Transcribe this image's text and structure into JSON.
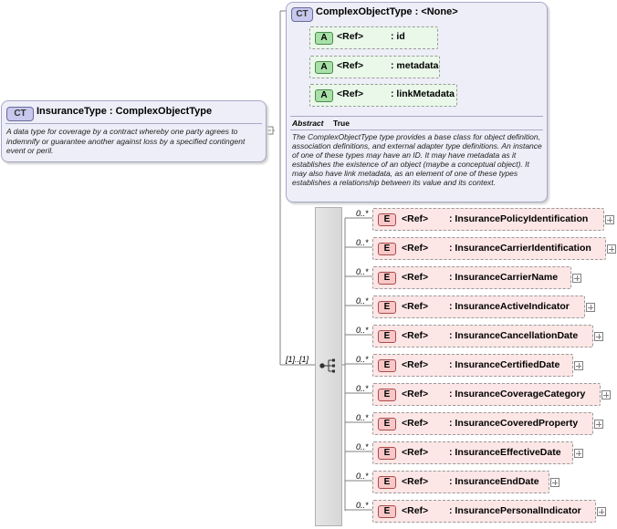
{
  "main_type": {
    "badge": "CT",
    "title": "InsuranceType : ComplexObjectType",
    "description": "A data type for coverage by a contract whereby one party agrees to indemnify or guarantee another against loss by a specified contingent event or peril."
  },
  "base_type": {
    "badge": "CT",
    "title": "ComplexObjectType : <None>",
    "attributes": [
      {
        "badge": "A",
        "ref": "<Ref>",
        "name": ": id"
      },
      {
        "badge": "A",
        "ref": "<Ref>",
        "name": ": metadata"
      },
      {
        "badge": "A",
        "ref": "<Ref>",
        "name": ": linkMetadata"
      }
    ],
    "abstract_label": "Abstract",
    "abstract_value": "True",
    "description": "The ComplexObjectType type provides a base class for object definition, association definitions, and external adapter type definitions. An instance of one of these types may have an ID. It may have metadata as it establishes the existence of an object (maybe a conceptual object). It may also have link metadata, as an element of one of these types establishes a relationship between its value and its context."
  },
  "sequence": {
    "cardinality": "[1]..[1]"
  },
  "elements": [
    {
      "badge": "E",
      "ref": "<Ref>",
      "name": ": InsurancePolicyIdentification",
      "cardinality": "0..*"
    },
    {
      "badge": "E",
      "ref": "<Ref>",
      "name": ": InsuranceCarrierIdentification",
      "cardinality": "0..*"
    },
    {
      "badge": "E",
      "ref": "<Ref>",
      "name": ": InsuranceCarrierName",
      "cardinality": "0..*"
    },
    {
      "badge": "E",
      "ref": "<Ref>",
      "name": ": InsuranceActiveIndicator",
      "cardinality": "0..*"
    },
    {
      "badge": "E",
      "ref": "<Ref>",
      "name": ": InsuranceCancellationDate",
      "cardinality": "0..*"
    },
    {
      "badge": "E",
      "ref": "<Ref>",
      "name": ": InsuranceCertifiedDate",
      "cardinality": "0..*"
    },
    {
      "badge": "E",
      "ref": "<Ref>",
      "name": ": InsuranceCoverageCategory",
      "cardinality": "0..*"
    },
    {
      "badge": "E",
      "ref": "<Ref>",
      "name": ": InsuranceCoveredProperty",
      "cardinality": "0..*"
    },
    {
      "badge": "E",
      "ref": "<Ref>",
      "name": ": InsuranceEffectiveDate",
      "cardinality": "0..*"
    },
    {
      "badge": "E",
      "ref": "<Ref>",
      "name": ": InsuranceEndDate",
      "cardinality": "0..*"
    },
    {
      "badge": "E",
      "ref": "<Ref>",
      "name": ": InsurancePersonalIndicator",
      "cardinality": "0..*"
    }
  ],
  "colors": {
    "type_box_bg": "#eeeef8",
    "attribute_bg": "#eaf8ea",
    "element_bg": "#fde6e6"
  }
}
